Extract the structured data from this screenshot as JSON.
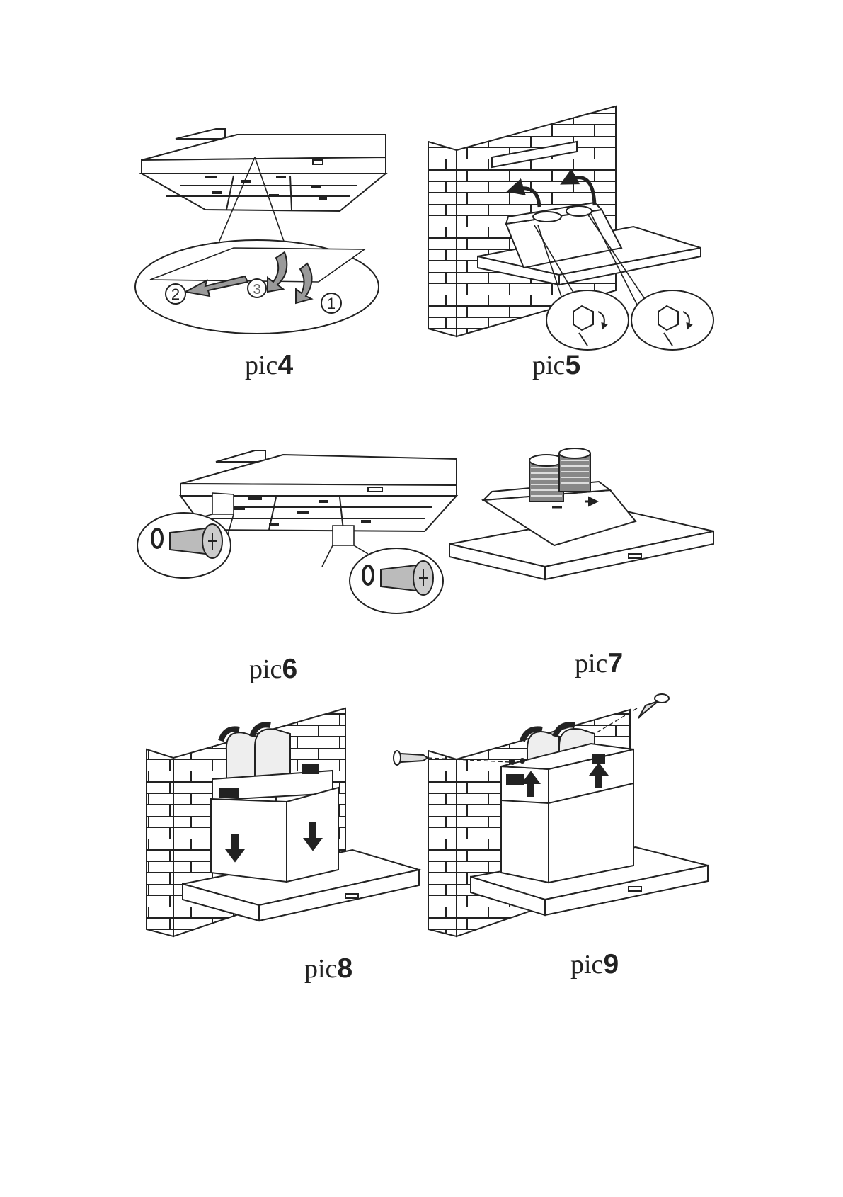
{
  "figures": {
    "pic4": {
      "prefix": "pic",
      "num": "4",
      "steps": [
        "1",
        "2",
        "3"
      ]
    },
    "pic5": {
      "prefix": "pic",
      "num": "5"
    },
    "pic6": {
      "prefix": "pic",
      "num": "6"
    },
    "pic7": {
      "prefix": "pic",
      "num": "7"
    },
    "pic8": {
      "prefix": "pic",
      "num": "8"
    },
    "pic9": {
      "prefix": "pic",
      "num": "9"
    }
  },
  "colors": {
    "line": "#222222",
    "fill": "#ffffff",
    "arrow": "#9a9a9a",
    "shade": "#1a1a1a"
  }
}
